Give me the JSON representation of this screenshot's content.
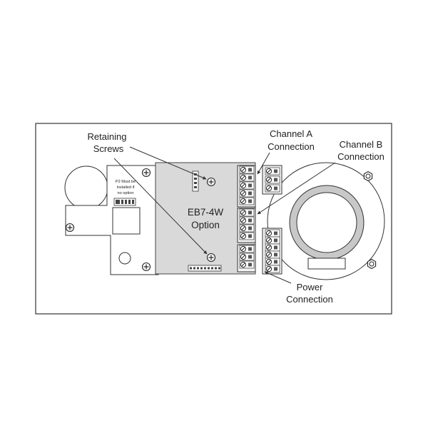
{
  "labels": {
    "retaining_screws": [
      "Retaining",
      "Screws"
    ],
    "channel_a": [
      "Channel A",
      "Connection"
    ],
    "channel_b": [
      "Channel B",
      "Connection"
    ],
    "power": [
      "Power",
      "Connection"
    ],
    "option": [
      "EB7-4W",
      "Option"
    ],
    "p2_note": [
      "P2 Must be",
      "installed if",
      "no option"
    ]
  },
  "colors": {
    "board_gray": "#d9d9d9",
    "ring_gray": "#c8c8c8",
    "line": "#333333"
  },
  "icons": {
    "screw": "screw-icon",
    "nut": "hex-nut-icon",
    "terminal": "terminal-screw-icon"
  }
}
